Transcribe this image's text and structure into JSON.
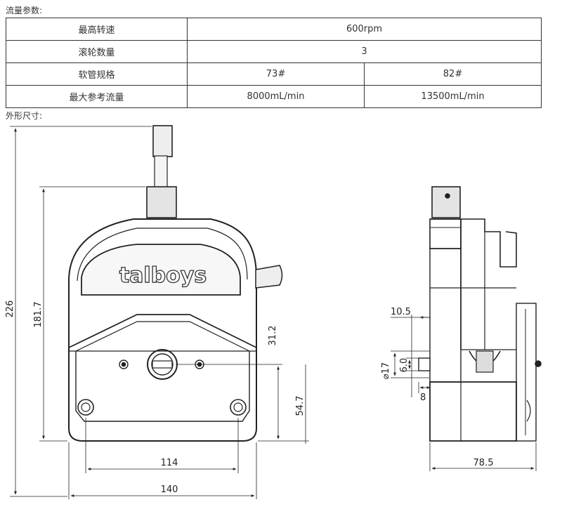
{
  "flow_section_title": "流量参数:",
  "spec_table": {
    "rows": [
      {
        "label": "最高转速",
        "values": [
          "600rpm"
        ]
      },
      {
        "label": "滚轮数量",
        "values": [
          "3"
        ]
      },
      {
        "label": "软管规格",
        "values": [
          "73#",
          "82#"
        ]
      },
      {
        "label": "最大参考流量",
        "values": [
          "8000mL/min",
          "13500mL/min"
        ]
      }
    ]
  },
  "dimension_section_title": "外形尺寸:",
  "drawing": {
    "logo_text": "talboys",
    "dimensions": {
      "overall_height": "226",
      "body_height": "181.7",
      "shaft_offset": "31.2",
      "mount_offset": "54.7",
      "mount_spacing": "114",
      "overall_width": "140",
      "side_offset": "10.5",
      "shaft_diameter": "⌀17",
      "key_width": "6.0",
      "shaft_length": "8",
      "depth": "78.5"
    }
  }
}
